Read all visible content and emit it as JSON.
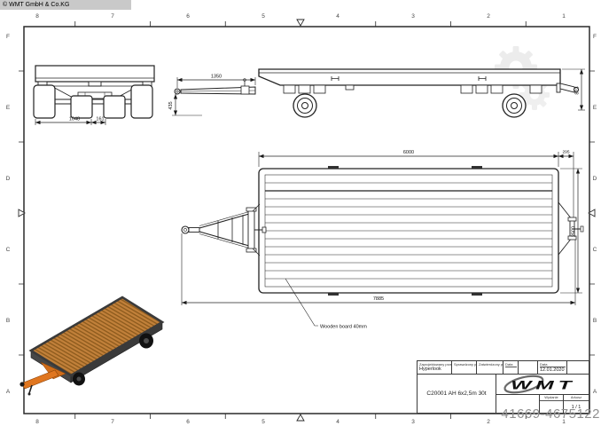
{
  "sheet": {
    "copyright": "© WMT GmbH & Co.KG",
    "listing_number": "41669-4675122",
    "frame": {
      "columns": [
        "8",
        "7",
        "6",
        "5",
        "4",
        "3",
        "2",
        "1"
      ],
      "rows": [
        "F",
        "E",
        "D",
        "C",
        "B",
        "A"
      ]
    }
  },
  "drawing": {
    "front_view": {
      "track_width": "1048",
      "center_gap": "161"
    },
    "side_view": {
      "drawbar_length": "1350",
      "coupling_height": "435",
      "rear_height": "823"
    },
    "plan_view": {
      "bed_length": "6000",
      "rear_overhang": "295",
      "bed_width": "2500",
      "overall_length": "7885",
      "board_note": "Wooden board 40mm"
    }
  },
  "title_block": {
    "designed_by_label": "Zaprojektowany przez",
    "designed_by_value": "Hyperlook",
    "checked_by_label": "Sprawdzony przez",
    "approved_by_label": "Zatwierdzony przez",
    "date_label": "Data",
    "date2_label": "Data",
    "date_value": "12.01.2020",
    "drawing_title": "C20001 AH 6x2,5m 30t",
    "logo_text": "WMT",
    "edition_label": "Wydanie",
    "sheet_label": "Arkusz",
    "sheet_value": "1 / 1"
  }
}
